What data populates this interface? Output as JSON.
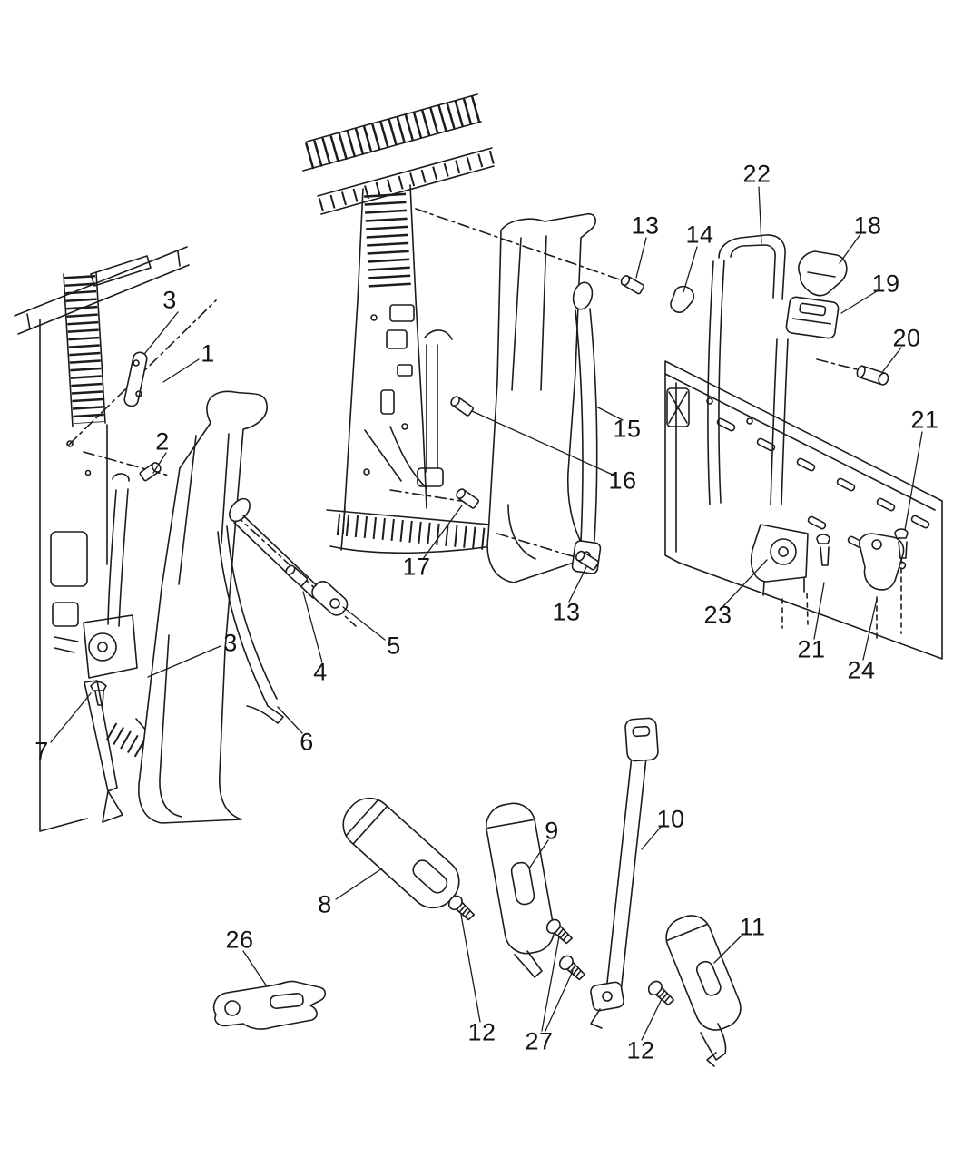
{
  "diagram": {
    "background_color": "#ffffff",
    "line_color": "#1c1c1c",
    "label_color": "#141414"
  },
  "callouts": [
    {
      "label": "3"
    },
    {
      "label": "1"
    },
    {
      "label": "2"
    },
    {
      "label": "22"
    },
    {
      "label": "13"
    },
    {
      "label": "14"
    },
    {
      "label": "18"
    },
    {
      "label": "19"
    },
    {
      "label": "20"
    },
    {
      "label": "21"
    },
    {
      "label": "15"
    },
    {
      "label": "16"
    },
    {
      "label": "17"
    },
    {
      "label": "13"
    },
    {
      "label": "23"
    },
    {
      "label": "21"
    },
    {
      "label": "24"
    },
    {
      "label": "3"
    },
    {
      "label": "4"
    },
    {
      "label": "5"
    },
    {
      "label": "6"
    },
    {
      "label": "7"
    },
    {
      "label": "8"
    },
    {
      "label": "9"
    },
    {
      "label": "10"
    },
    {
      "label": "11"
    },
    {
      "label": "26"
    },
    {
      "label": "12"
    },
    {
      "label": "27"
    },
    {
      "label": "12"
    }
  ]
}
